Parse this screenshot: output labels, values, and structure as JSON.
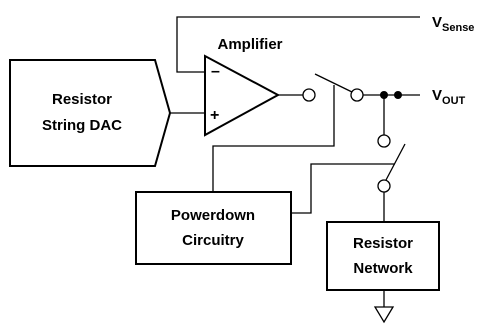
{
  "dac": {
    "line1": "Resistor",
    "line2": "String DAC"
  },
  "amplifier": {
    "label": "Amplifier",
    "minus": "–",
    "plus": "+"
  },
  "powerdown": {
    "line1": "Powerdown",
    "line2": "Circuitry"
  },
  "network": {
    "line1": "Resistor",
    "line2": "Network"
  },
  "vsense": {
    "main": "V",
    "sub": "Sense"
  },
  "vout": {
    "main": "V",
    "sub": "OUT"
  }
}
